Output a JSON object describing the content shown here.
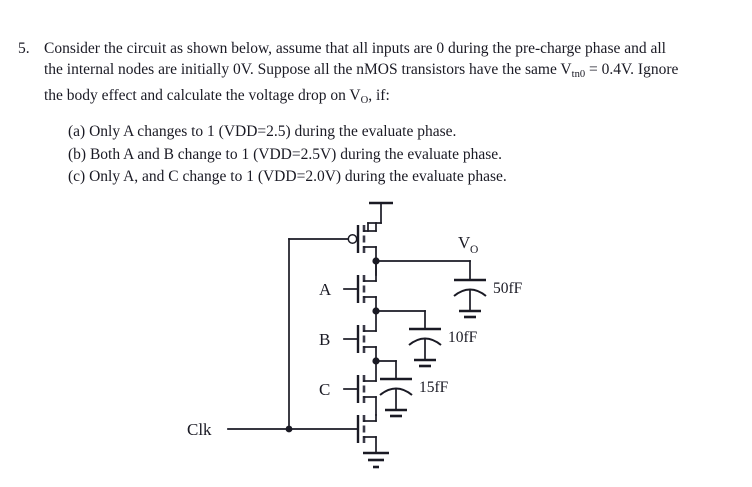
{
  "question": {
    "number": "5.",
    "lines": [
      "Consider the circuit as shown below, assume that all inputs are 0 during the pre-charge phase and all",
      "the internal nodes are initially 0V. Suppose all the nMOS transistors have the same V",
      "the body effect and calculate the voltage drop on V"
    ],
    "line2_prefix": "the internal nodes are initially 0V. Suppose all the nMOS transistors have the same V",
    "line2_symbol": "V",
    "line2_subscript": "tn0",
    "line2_suffix": " = 0.4V. Ignore",
    "line3_prefix": "the body effect and calculate the voltage drop on V",
    "line3_subscript": "O",
    "line3_suffix": ", if:"
  },
  "sub_items": [
    "(a) Only A changes to 1 (VDD=2.5) during the evaluate phase.",
    "(b) Both A and B change to 1 (VDD=2.5V) during the evaluate phase.",
    "(c) Only A, and C change to 1 (VDD=2.0V) during the evaluate phase."
  ],
  "circuit": {
    "output_label": "V",
    "output_subscript": "O",
    "clock_label": "Clk",
    "gate_labels": {
      "a": "A",
      "b": "B",
      "c": "C"
    },
    "capacitors": [
      {
        "value": "50fF",
        "node": "Vo"
      },
      {
        "value": "10fF",
        "node": "internal-1"
      },
      {
        "value": "15fF",
        "node": "internal-2"
      }
    ],
    "transistors": [
      {
        "name": "pmos-precharge",
        "type": "pMOS",
        "gate_signal": "Clk"
      },
      {
        "name": "nmos-a",
        "type": "nMOS",
        "gate_signal": "A"
      },
      {
        "name": "nmos-b",
        "type": "nMOS",
        "gate_signal": "B"
      },
      {
        "name": "nmos-c",
        "type": "nMOS",
        "gate_signal": "C"
      },
      {
        "name": "nmos-clk",
        "type": "nMOS",
        "gate_signal": "Clk"
      }
    ],
    "colors": {
      "ink": "#1a1a24",
      "paper": "#ffffff"
    }
  }
}
